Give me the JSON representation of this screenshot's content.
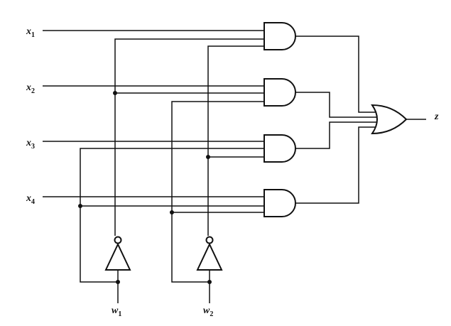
{
  "labels": {
    "x1": {
      "base": "x",
      "sub": "1"
    },
    "x2": {
      "base": "x",
      "sub": "2"
    },
    "x3": {
      "base": "x",
      "sub": "3"
    },
    "x4": {
      "base": "x",
      "sub": "4"
    },
    "w1": {
      "base": "w",
      "sub": "1"
    },
    "w2": {
      "base": "w",
      "sub": "2"
    },
    "z": {
      "base": "z"
    }
  },
  "colors": {
    "ink": "#111111",
    "background": "#ffffff"
  }
}
